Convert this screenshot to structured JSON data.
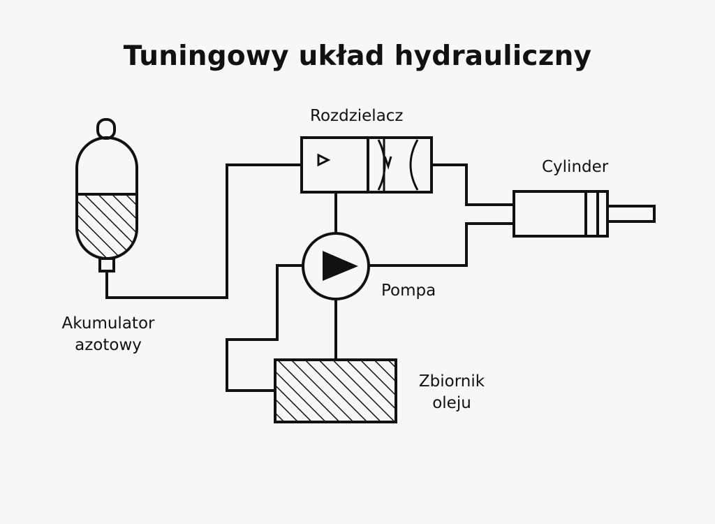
{
  "title": "Tuningowy układ hydrauliczny",
  "labels": {
    "valve": "Rozdzielacz",
    "cylinder": "Cylinder",
    "pump": "Pompa",
    "accumulator_line1": "Akumulator",
    "accumulator_line2": "azotowy",
    "tank_line1": "Zbiornik",
    "tank_line2": "oleju"
  }
}
